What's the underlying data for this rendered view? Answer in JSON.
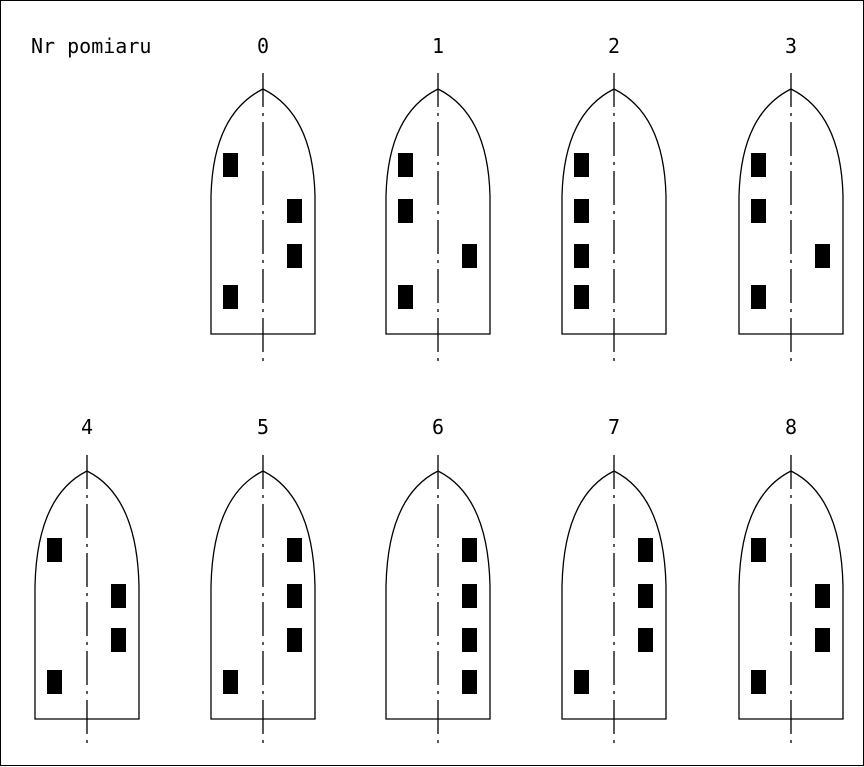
{
  "title": "Nr pomiaru",
  "colors": {
    "line": "#000000",
    "block": "#000000",
    "background": "#ffffff"
  },
  "hull_rows": [
    [
      {
        "label": "0",
        "blocks": [
          {
            "side": "left",
            "slot": 1
          },
          {
            "side": "right",
            "slot": 2
          },
          {
            "side": "right",
            "slot": 3
          },
          {
            "side": "left",
            "slot": 4
          }
        ]
      },
      {
        "label": "1",
        "blocks": [
          {
            "side": "left",
            "slot": 1
          },
          {
            "side": "left",
            "slot": 2
          },
          {
            "side": "right",
            "slot": 3
          },
          {
            "side": "left",
            "slot": 4
          }
        ]
      },
      {
        "label": "2",
        "blocks": [
          {
            "side": "left",
            "slot": 1
          },
          {
            "side": "left",
            "slot": 2
          },
          {
            "side": "left",
            "slot": 3
          },
          {
            "side": "left",
            "slot": 4
          }
        ]
      },
      {
        "label": "3",
        "blocks": [
          {
            "side": "left",
            "slot": 1
          },
          {
            "side": "left",
            "slot": 2
          },
          {
            "side": "right",
            "slot": 3
          },
          {
            "side": "left",
            "slot": 4
          }
        ]
      }
    ],
    [
      {
        "label": "4",
        "blocks": [
          {
            "side": "left",
            "slot": 1
          },
          {
            "side": "right",
            "slot": 2
          },
          {
            "side": "right",
            "slot": 3
          },
          {
            "side": "left",
            "slot": 4
          }
        ]
      },
      {
        "label": "5",
        "blocks": [
          {
            "side": "right",
            "slot": 1
          },
          {
            "side": "right",
            "slot": 2
          },
          {
            "side": "right",
            "slot": 3
          },
          {
            "side": "left",
            "slot": 4
          }
        ]
      },
      {
        "label": "6",
        "blocks": [
          {
            "side": "right",
            "slot": 1
          },
          {
            "side": "right",
            "slot": 2
          },
          {
            "side": "right",
            "slot": 3
          },
          {
            "side": "right",
            "slot": 4
          }
        ]
      },
      {
        "label": "7",
        "blocks": [
          {
            "side": "right",
            "slot": 1
          },
          {
            "side": "right",
            "slot": 2
          },
          {
            "side": "right",
            "slot": 3
          },
          {
            "side": "left",
            "slot": 4
          }
        ]
      },
      {
        "label": "8",
        "blocks": [
          {
            "side": "left",
            "slot": 1
          },
          {
            "side": "right",
            "slot": 2
          },
          {
            "side": "right",
            "slot": 3
          },
          {
            "side": "left",
            "slot": 4
          }
        ]
      }
    ]
  ]
}
